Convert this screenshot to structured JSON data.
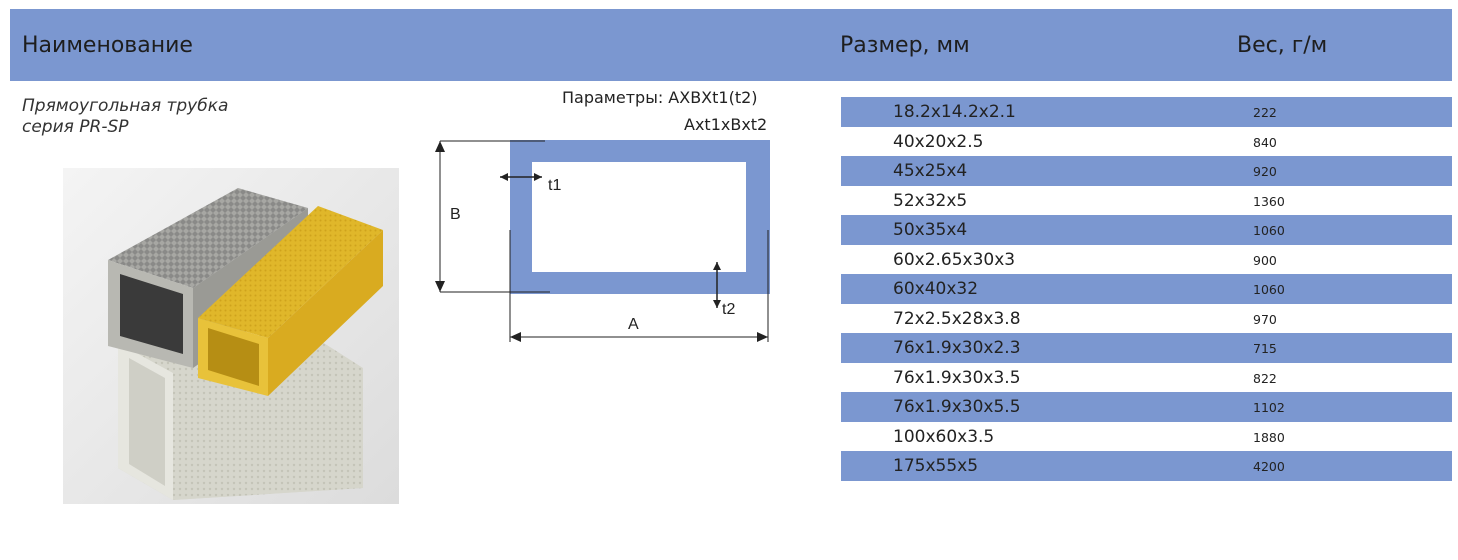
{
  "header": {
    "name_label": "Наименование",
    "size_label": "Размер, мм",
    "weight_label": "Вес, г/м",
    "bg_color": "#7b97d0"
  },
  "product": {
    "name_line1": "Прямоугольная трубка",
    "name_line2": "серия PR-SP"
  },
  "diagram": {
    "params_line1": "Параметры: AXBXt1(t2)",
    "params_line2": "Axt1xBxt2",
    "label_b": "B",
    "label_a": "A",
    "label_t1": "t1",
    "label_t2": "t2",
    "profile_color": "#7b97d0"
  },
  "table": {
    "rows": [
      {
        "size": "18.2x14.2x2.1",
        "weight": "222"
      },
      {
        "size": "40x20x2.5",
        "weight": "840"
      },
      {
        "size": "45x25x4",
        "weight": "920"
      },
      {
        "size": "52x32x5",
        "weight": "1360"
      },
      {
        "size": "50x35x4",
        "weight": "1060"
      },
      {
        "size": "60x2.65x30x3",
        "weight": "900"
      },
      {
        "size": "60x40x32",
        "weight": "1060"
      },
      {
        "size": "72x2.5x28x3.8",
        "weight": "970"
      },
      {
        "size": "76x1.9x30x2.3",
        "weight": "715"
      },
      {
        "size": "76x1.9x30x3.5",
        "weight": "822"
      },
      {
        "size": "76x1.9x30x5.5",
        "weight": "1102"
      },
      {
        "size": "100x60x3.5",
        "weight": "1880"
      },
      {
        "size": "175x55x5",
        "weight": "4200"
      }
    ]
  }
}
